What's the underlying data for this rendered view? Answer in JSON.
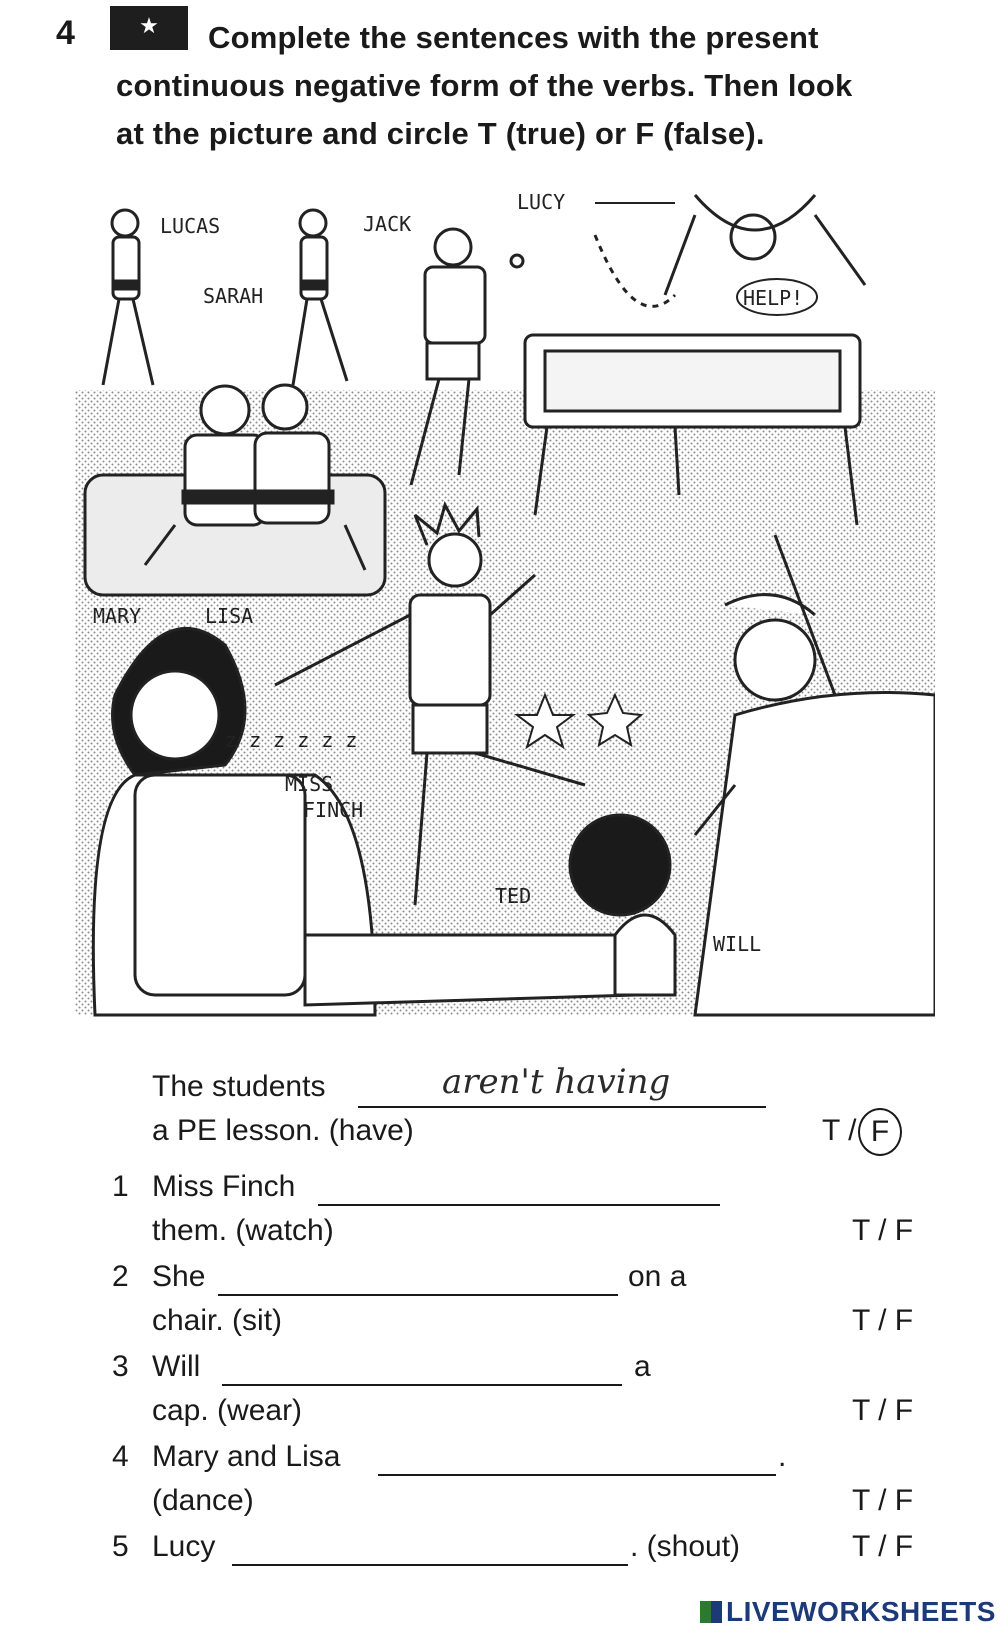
{
  "exercise": {
    "number": "4",
    "star_icon": "star-icon",
    "instruction_line1": "Complete the sentences with the present",
    "instruction_line2": "continuous negative form of the verbs. Then look",
    "instruction_line3": "at the picture and circle T (true) or F (false)."
  },
  "illustration": {
    "labels": {
      "lucas": "LUCAS",
      "sarah": "SARAH",
      "jack": "JACK",
      "lucy": "LUCY",
      "help": "HELP!",
      "mary": "MARY",
      "lisa": "LISA",
      "zzz": "z z z z z z",
      "miss": "MISS",
      "finch": "FINCH",
      "ted": "TED",
      "will": "WILL"
    }
  },
  "example": {
    "line1_prefix": "The students",
    "answer": "aren't having",
    "line2": "a PE lesson. (have)",
    "tf_t": "T /",
    "tf_f": "F"
  },
  "items": [
    {
      "num": "1",
      "pre": "Miss Finch",
      "post": "",
      "line2": "them. (watch)",
      "tf": "T / F"
    },
    {
      "num": "2",
      "pre": "She",
      "post": "on a",
      "line2": "chair. (sit)",
      "tf": "T / F"
    },
    {
      "num": "3",
      "pre": "Will",
      "post": "a",
      "line2": "cap. (wear)",
      "tf": "T / F"
    },
    {
      "num": "4",
      "pre": "Mary and Lisa",
      "post": ".",
      "line2": "(dance)",
      "tf": "T / F"
    },
    {
      "num": "5",
      "pre": "Lucy",
      "post": ". (shout)",
      "line2": "",
      "tf": "T / F"
    }
  ],
  "brand": {
    "text": "LIVEWORKSHEETS"
  }
}
